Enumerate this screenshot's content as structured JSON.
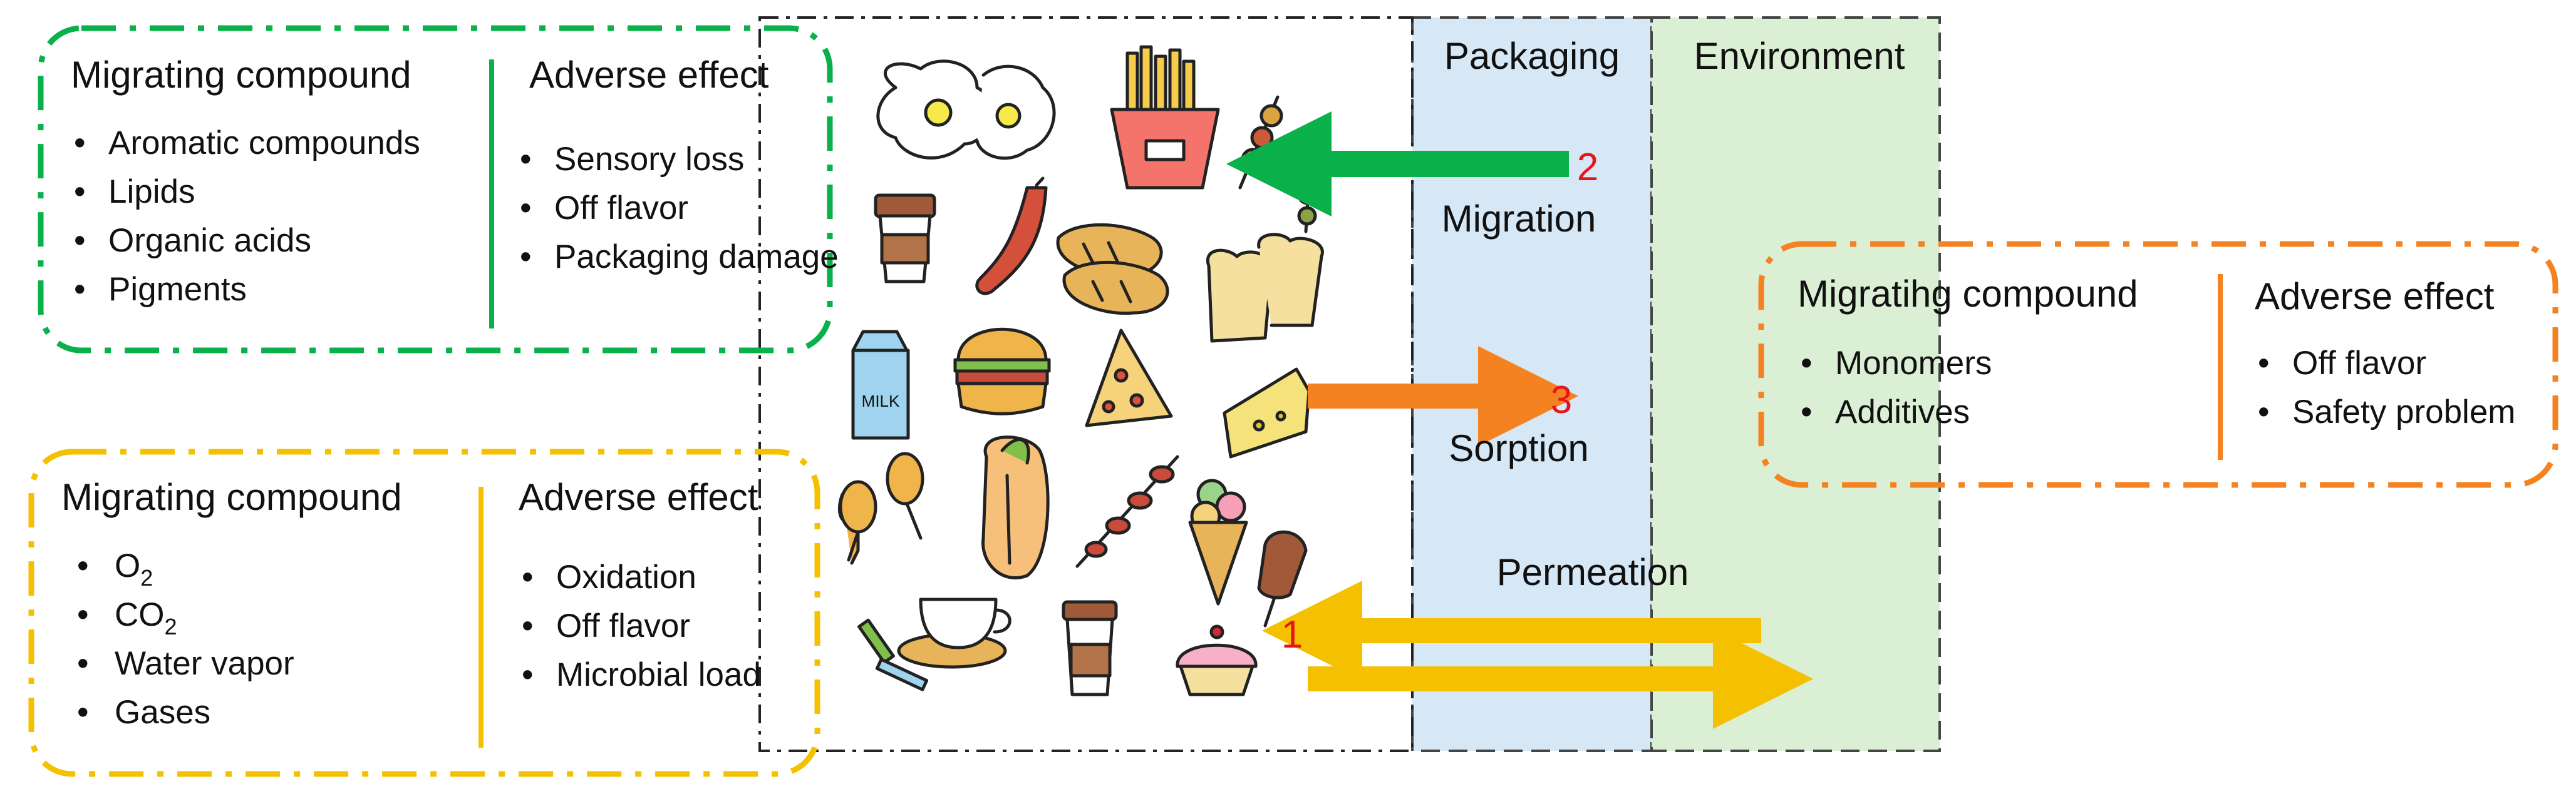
{
  "zones": {
    "packaging": "Packaging",
    "environment": "Environment"
  },
  "processes": {
    "migration": "Migration",
    "sorption": "Sorption",
    "permeation": "Permeation"
  },
  "numbers": {
    "n1": "1",
    "n2": "2",
    "n3": "3"
  },
  "boxes": {
    "green": {
      "compound_title": "Migrating compound",
      "effect_title": "Adverse effect",
      "compounds": [
        "Aromatic compounds",
        "Lipids",
        "Organic acids",
        "Pigments"
      ],
      "effects": [
        "Sensory loss",
        "Off flavor",
        "Packaging damage"
      ]
    },
    "yellow": {
      "compound_title": "Migrating compound",
      "effect_title": "Adverse effect",
      "compounds": [
        {
          "base": "O",
          "sub": "2"
        },
        {
          "base": "CO",
          "sub": "2"
        },
        {
          "base": "Water vapor",
          "sub": ""
        },
        {
          "base": "Gases",
          "sub": ""
        }
      ],
      "effects": [
        "Oxidation",
        "Off flavor",
        "Microbial load"
      ]
    },
    "orange": {
      "compound_title": "Migratihg compound",
      "effect_title": "Adverse effect",
      "compounds": [
        "Monomers",
        "Additives"
      ],
      "effects": [
        "Off flavor",
        "Safety problem"
      ]
    }
  },
  "food_icons": {
    "milk_label": "MILK",
    "items": [
      "eggs-icon",
      "fries-icon",
      "skewer-icon",
      "coffee-cup-icon",
      "sausage-icon",
      "bread-icon",
      "toast-icon",
      "milk-carton-icon",
      "burger-icon",
      "pizza-slice-icon",
      "cheese-icon",
      "chicken-leg-icon",
      "hotdog-icon",
      "sausage-skewer-icon",
      "ice-cream-cone-icon",
      "popsicle-icon",
      "tea-cup-icon",
      "coffee-cup-small-icon",
      "cupcake-icon",
      "sugar-sticks-icon"
    ]
  },
  "colors": {
    "green": "#0ab04a",
    "yellow": "#f5c000",
    "orange": "#f58220",
    "packaging_fill": "#d6e7f6",
    "environment_fill": "#dbefd4",
    "number_red": "#e8141b"
  }
}
